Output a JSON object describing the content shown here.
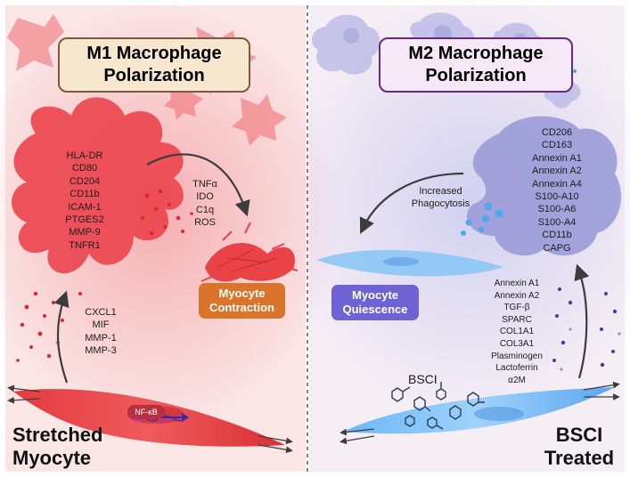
{
  "m1": {
    "title_line1": "M1 Macrophage",
    "title_line2": "Polarization",
    "markers": [
      "HLA-DR",
      "CD80",
      "CD204",
      "CD11b",
      "ICAM-1",
      "PTGES2",
      "MMP-9",
      "TNFR1"
    ],
    "secreted": [
      "TNFα",
      "IDO",
      "C1q",
      "ROS"
    ],
    "cytokines": [
      "CXCL1",
      "MIF",
      "MMP-1",
      "MMP-3"
    ],
    "contraction_line1": "Myocyte",
    "contraction_line2": "Contraction",
    "nfkb": "NF-κB",
    "myocyte_line1": "Stretched",
    "myocyte_line2": "Myocyte"
  },
  "m2": {
    "title_line1": "M2 Macrophage",
    "title_line2": "Polarization",
    "markers": [
      "CD206",
      "CD163",
      "Annexin A1",
      "Annexin A2",
      "Annexin A4",
      "S100-A10",
      "S100-A6",
      "S100-A4",
      "CD11b",
      "CAPG"
    ],
    "phagocytosis_line1": "Increased",
    "phagocytosis_line2": "Phagocytosis",
    "quiescence_line1": "Myocyte",
    "quiescence_line2": "Quiescence",
    "secreted": [
      "Annexin A1",
      "Annexin A2",
      "TGF-β",
      "SPARC",
      "COL1A1",
      "COL3A1",
      "Plasminogen",
      "Lactoferrin",
      "α2M"
    ],
    "bsci_label": "BSCI",
    "treated_line1": "BSCI",
    "treated_line2": "Treated"
  },
  "colors": {
    "m1_accent": "#e8303a",
    "m2_accent": "#8f8fc9",
    "contraction_pill": "#d9742a",
    "quiescence_pill": "#6f63d4",
    "myocyte_blue": "#58a8f0"
  }
}
